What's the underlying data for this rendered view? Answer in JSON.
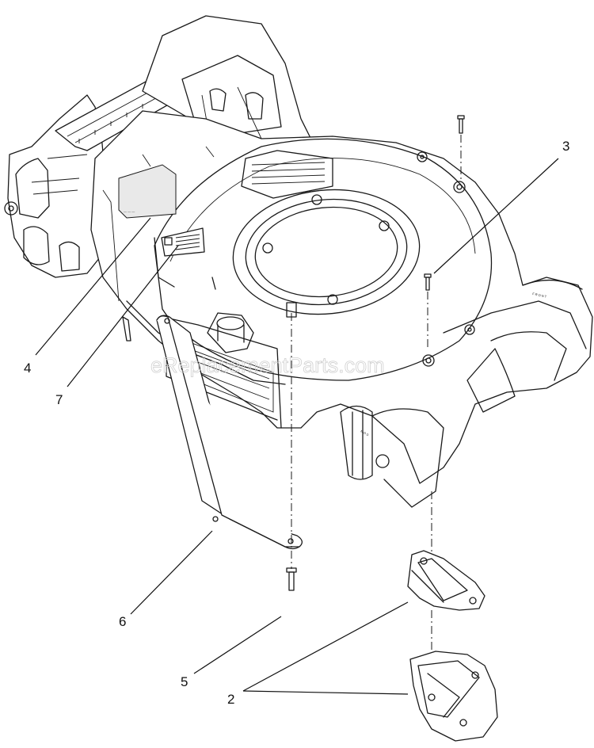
{
  "watermark": "eReplacementParts.com",
  "callouts": [
    {
      "id": "3",
      "label": "3"
    },
    {
      "id": "4",
      "label": "4"
    },
    {
      "id": "7",
      "label": "7"
    },
    {
      "id": "6",
      "label": "6"
    },
    {
      "id": "5",
      "label": "5"
    },
    {
      "id": "2",
      "label": "2"
    }
  ]
}
